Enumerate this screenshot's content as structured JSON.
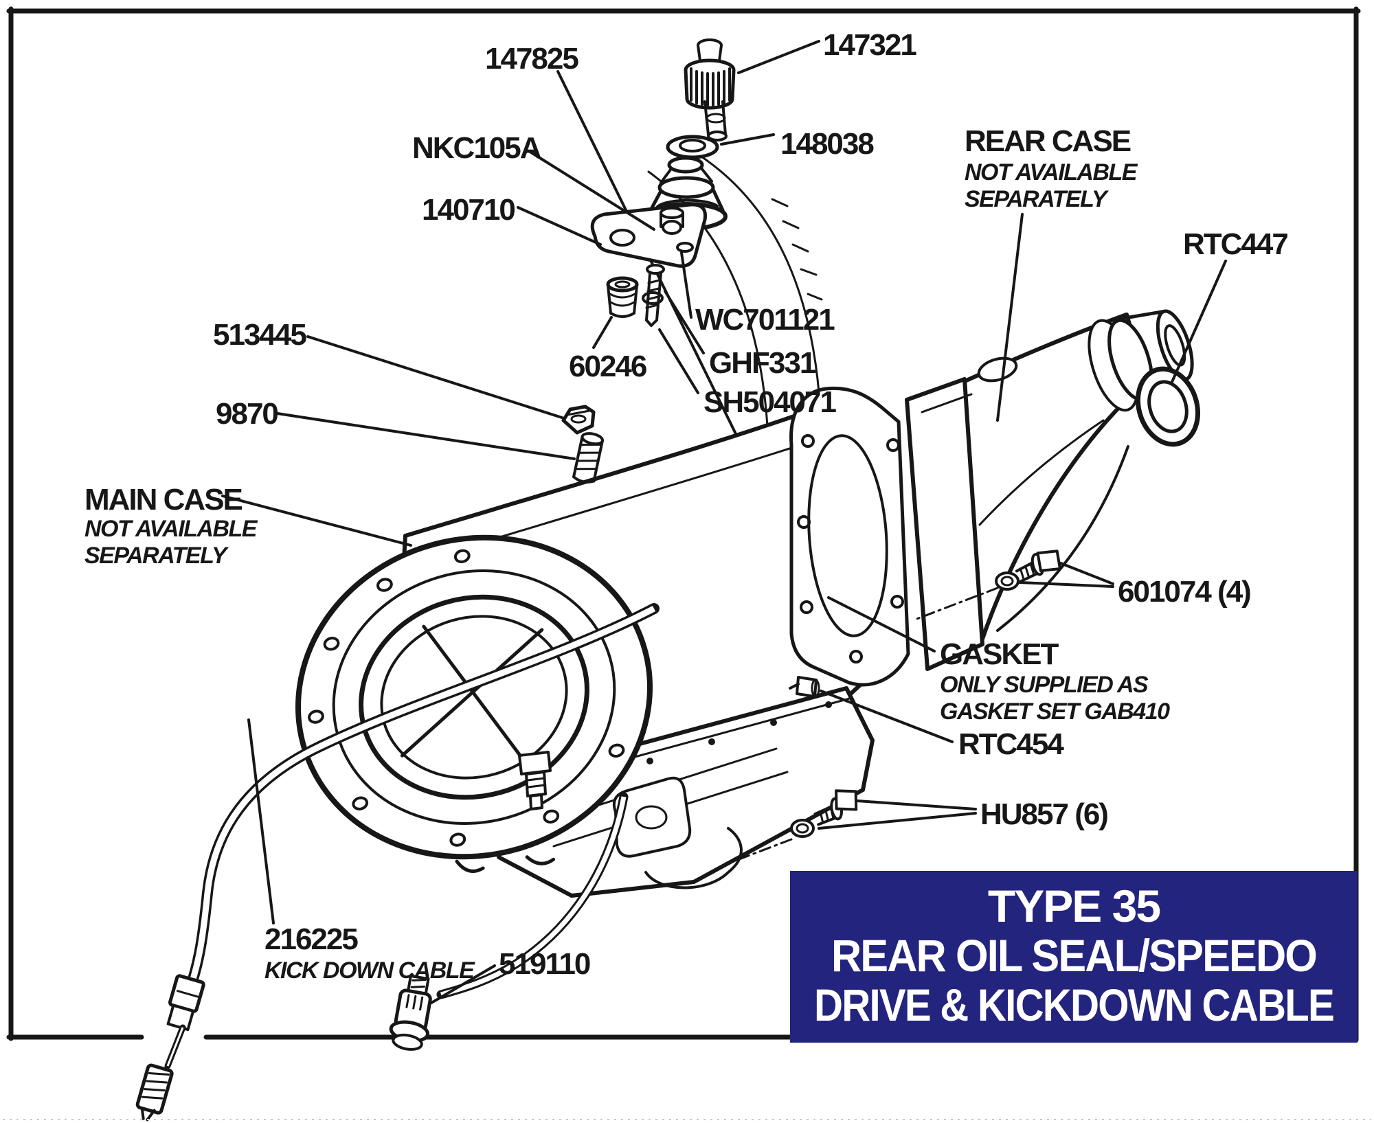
{
  "banner": {
    "line1": "TYPE 35",
    "line2": "REAR OIL SEAL/SPEEDO",
    "line3": "DRIVE & KICKDOWN CABLE",
    "bg_color": "#23247D",
    "text_color": "#FFFFFF"
  },
  "labels": {
    "p147825": "147825",
    "p147321": "147321",
    "p148038": "148038",
    "nkc105a": "NKC105A",
    "p140710": "140710",
    "rtc447": "RTC447",
    "wc701121": "WC701121",
    "ghf331": "GHF331",
    "p60246": "60246",
    "sh504071": "SH504071",
    "p513445": "513445",
    "p9870": "9870",
    "p601074": "601074 (4)",
    "rtc454": "RTC454",
    "hu857": "HU857 (6)",
    "p216225": "216225",
    "kick_down_cable": "KICK DOWN CABLE",
    "p519110": "519110"
  },
  "sections": {
    "rear_case": {
      "title": "REAR CASE",
      "note1": "NOT AVAILABLE",
      "note2": "SEPARATELY"
    },
    "main_case": {
      "title": "MAIN CASE",
      "note1": "NOT AVAILABLE",
      "note2": "SEPARATELY"
    },
    "gasket": {
      "title": "GASKET",
      "note1": "ONLY SUPPLIED AS",
      "note2": "GASKET SET GAB410"
    }
  }
}
